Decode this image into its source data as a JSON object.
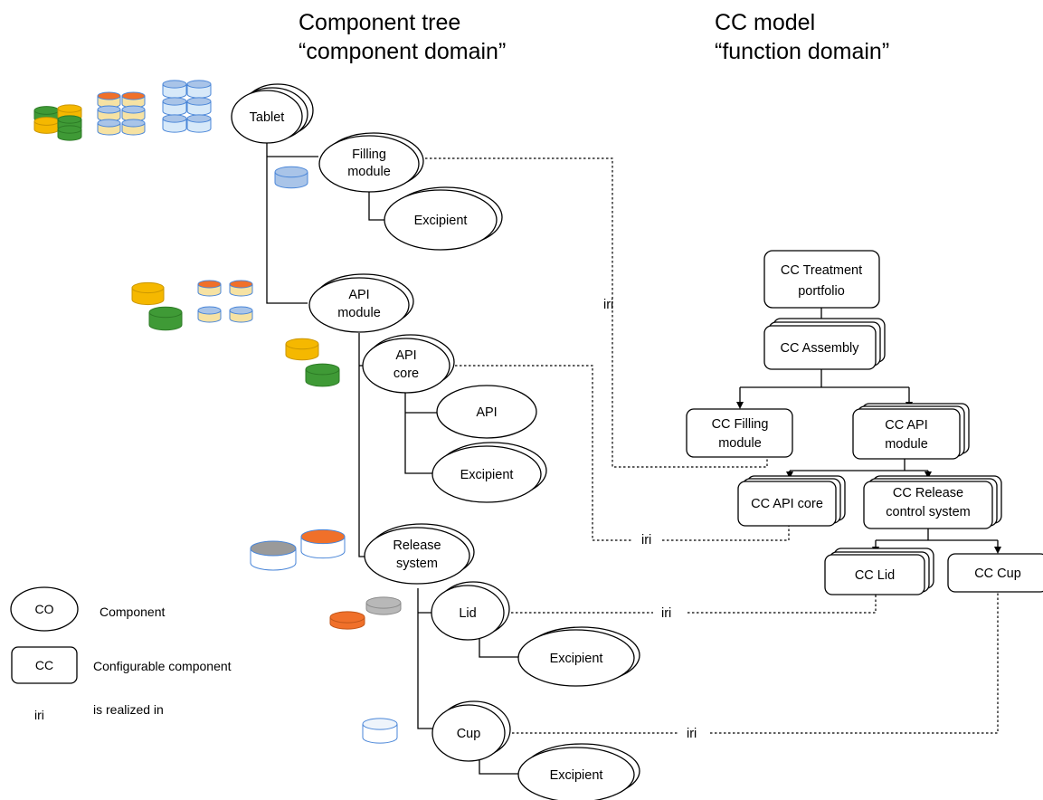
{
  "headers": {
    "component_tree": [
      "Component tree",
      "“component domain”"
    ],
    "cc_model": [
      "CC model",
      "“function domain”"
    ]
  },
  "component_domain": {
    "tablet": [
      "Tablet"
    ],
    "filling_module": [
      "Filling",
      "module"
    ],
    "filling_excipient": [
      "Excipient"
    ],
    "api_module": [
      "API",
      "module"
    ],
    "api_core": [
      "API",
      "core"
    ],
    "api": [
      "API"
    ],
    "api_excipient": [
      "Excipient"
    ],
    "release_system": [
      "Release",
      "system"
    ],
    "lid": [
      "Lid"
    ],
    "lid_excipient": [
      "Excipient"
    ],
    "cup": [
      "Cup"
    ],
    "cup_excipient": [
      "Excipient"
    ]
  },
  "function_domain": {
    "treatment_portfolio": [
      "CC Treatment",
      "portfolio"
    ],
    "assembly": [
      "CC Assembly"
    ],
    "filling_module": [
      "CC Filling",
      "module"
    ],
    "api_module": [
      "CC API",
      "module"
    ],
    "api_core": [
      "CC API core"
    ],
    "release_control": [
      "CC Release",
      "control system"
    ],
    "lid": [
      "CC Lid"
    ],
    "cup": [
      "CC Cup"
    ]
  },
  "links": {
    "iri_label": "iri"
  },
  "legend": {
    "co_symbol": "CO",
    "co_text": "Component",
    "cc_symbol": "CC",
    "cc_text": "Configurable component",
    "iri_symbol": "iri",
    "iri_text": "is realized in"
  },
  "colors": {
    "yellow": "#f5b800",
    "green": "#3f9a36",
    "orange": "#f0702a",
    "blue_fill": "#a9c4e8",
    "blue_stroke": "#4a86d8",
    "gray": "#b8b8b8",
    "dark_gray": "#6e6e6e"
  }
}
